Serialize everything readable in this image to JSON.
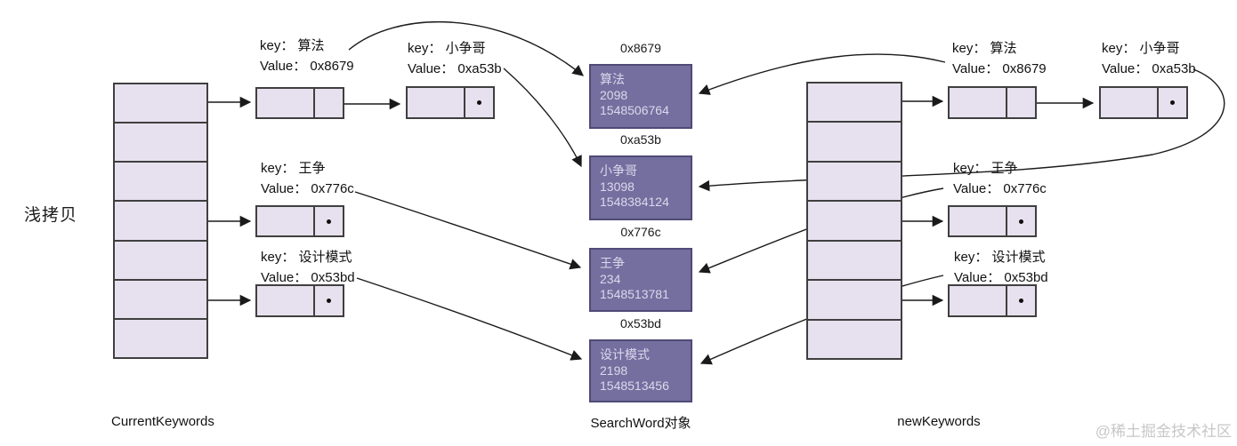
{
  "colors": {
    "cell_bg": "#e7e0ee",
    "cell_border": "#3f3f3f",
    "object_bg": "#756fa0",
    "object_border": "#4f4a76",
    "object_text": "#ddd8ec",
    "line": "#1a1a1a",
    "label_text": "#111111",
    "watermark_text": "#c7c7c7"
  },
  "diagram": {
    "title_label": "浅拷贝",
    "watermark": "@稀土掘金技术社区",
    "center_label": "SearchWord对象",
    "left_table": {
      "label": "CurrentKeywords",
      "entries": {
        "suanfa": {
          "key": "key： 算法",
          "value": "Value： 0x8679"
        },
        "xiaozhengge": {
          "key": "key： 小争哥",
          "value": "Value： 0xa53b"
        },
        "wangzheng": {
          "key": "key： 王争",
          "value": "Value： 0x776c"
        },
        "shejimoshi": {
          "key": "key： 设计模式",
          "value": "Value： 0x53bd"
        }
      }
    },
    "right_table": {
      "label": "newKeywords",
      "entries": {
        "suanfa": {
          "key": "key： 算法",
          "value": "Value： 0x8679"
        },
        "xiaozhengge": {
          "key": "key： 小争哥",
          "value": "Value： 0xa53b"
        },
        "wangzheng": {
          "key": "key： 王争",
          "value": "Value： 0x776c"
        },
        "shejimoshi": {
          "key": "key： 设计模式",
          "value": "Value： 0x53bd"
        }
      }
    },
    "objects": {
      "o8679": {
        "address": "0x8679",
        "word": "算法",
        "count": "2098",
        "time": "1548506764"
      },
      "oa53b": {
        "address": "0xa53b",
        "word": "小争哥",
        "count": "13098",
        "time": "1548384124"
      },
      "o776c": {
        "address": "0x776c",
        "word": "王争",
        "count": "234",
        "time": "1548513781"
      },
      "o53bd": {
        "address": "0x53bd",
        "word": "设计模式",
        "count": "2198",
        "time": "1548513456"
      }
    }
  }
}
